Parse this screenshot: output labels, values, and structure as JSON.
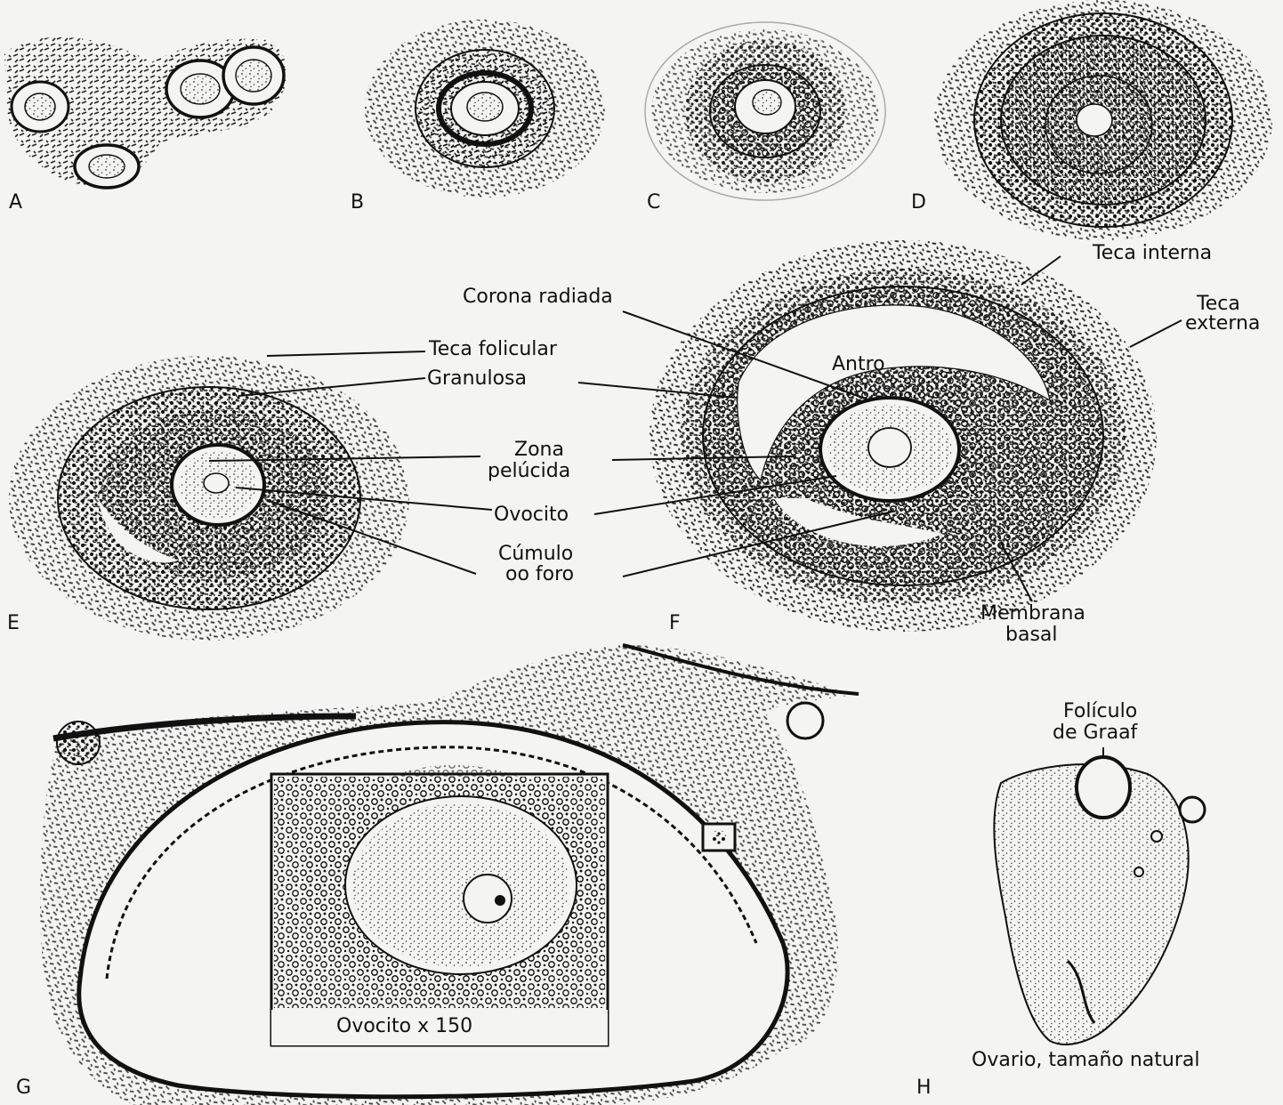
{
  "panels": {
    "a": "A",
    "b": "B",
    "c": "C",
    "d": "D",
    "e": "E",
    "f": "F",
    "g": "G",
    "h": "H"
  },
  "labels": {
    "teca_interna": "Teca interna",
    "teca_externa_1": "Teca",
    "teca_externa_2": "externa",
    "corona_radiada": "Corona radiada",
    "antro": "Antro",
    "teca_folicular": "Teca folicular",
    "granulosa": "Granulosa",
    "zona_1": "Zona",
    "zona_2": "pelúcida",
    "ovocito": "Ovocito",
    "cumulo_1": "Cúmulo",
    "cumulo_2": "oo foro",
    "membrana_1": "Membrana",
    "membrana_2": "basal",
    "foliculo_1": "Folículo",
    "foliculo_2": "de Graaf",
    "inset": "Ovocito x 150",
    "ovario": "Ovario, tamaño natural"
  },
  "colors": {
    "ink": "#111111",
    "paper": "#f4f4f2",
    "bleed": "#8e8e8e"
  }
}
